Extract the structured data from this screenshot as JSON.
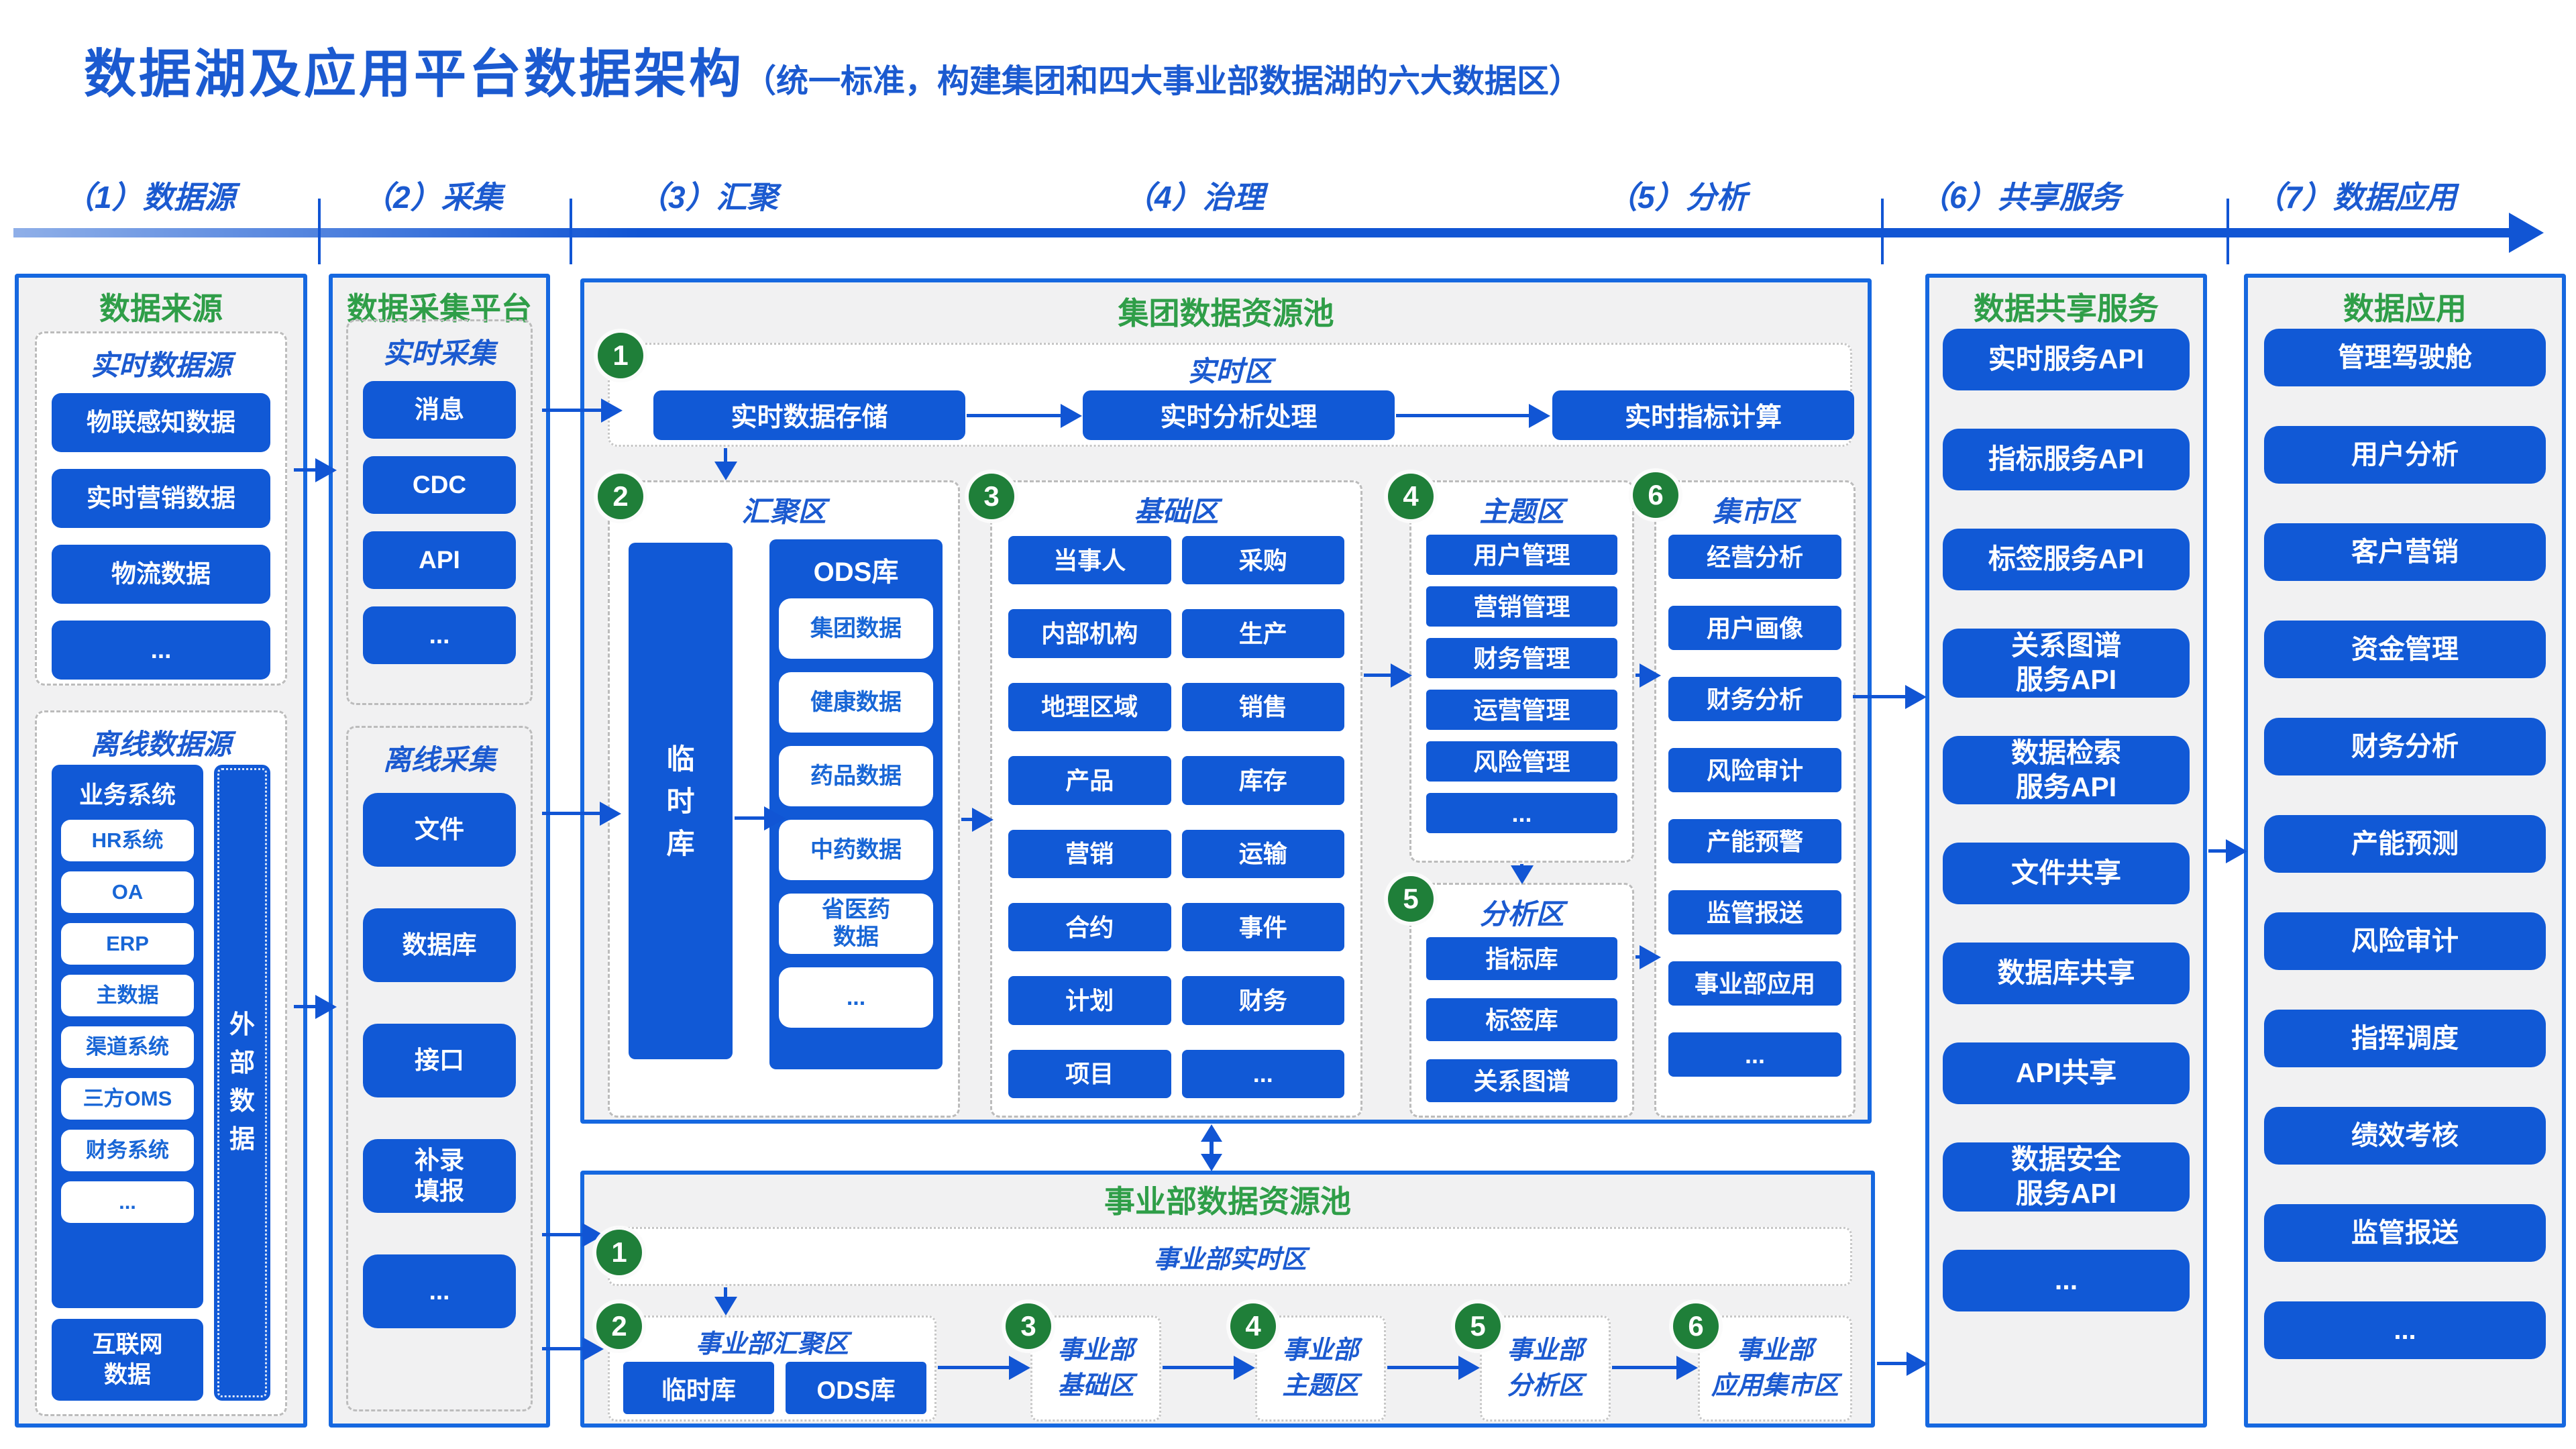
{
  "title": {
    "main": "数据湖及应用平台数据架构",
    "sub": "（统一标准，构建集团和四大事业部数据湖的六大数据区）"
  },
  "stages": [
    "（1）数据源",
    "（2）采集",
    "（3）汇聚",
    "（4）治理",
    "（5）分析",
    "（6）共享服务",
    "（7）数据应用"
  ],
  "colors": {
    "blue": "#1159d6",
    "green_title": "#2f9e48",
    "badge_green": "#1f7f39",
    "arrow_blue": "#1155d4",
    "panel_bg": "#f1f1f2"
  },
  "data_sources": {
    "title": "数据来源",
    "realtime": {
      "title": "实时数据源",
      "items": [
        "物联感知数据",
        "实时营销数据",
        "物流数据",
        "..."
      ]
    },
    "offline": {
      "title": "离线数据源",
      "business": {
        "title": "业务系统",
        "items": [
          "HR系统",
          "OA",
          "ERP",
          "主数据",
          "渠道系统",
          "三方OMS",
          "财务系统",
          "..."
        ]
      },
      "internet": "互联网\n数据",
      "external": "外\n部\n数\n据"
    }
  },
  "collection": {
    "title": "数据采集平台",
    "realtime": {
      "title": "实时采集",
      "items": [
        "消息",
        "CDC",
        "API",
        "..."
      ]
    },
    "offline": {
      "title": "离线采集",
      "items": [
        "文件",
        "数据库",
        "接口",
        "补录\n填报",
        "..."
      ]
    }
  },
  "group_pool": {
    "title": "集团数据资源池",
    "realtime": {
      "badge": "1",
      "title": "实时区",
      "items": [
        "实时数据存储",
        "实时分析处理",
        "实时指标计算"
      ]
    },
    "staging": {
      "badge": "2",
      "title": "汇聚区",
      "temp": "临\n时\n库",
      "ods": {
        "title": "ODS库",
        "items": [
          "集团数据",
          "健康数据",
          "药品数据",
          "中药数据",
          "省医药\n数据",
          "..."
        ]
      }
    },
    "base": {
      "badge": "3",
      "title": "基础区",
      "left": [
        "当事人",
        "内部机构",
        "地理区域",
        "产品",
        "营销",
        "合约",
        "计划",
        "项目"
      ],
      "right": [
        "采购",
        "生产",
        "销售",
        "库存",
        "运输",
        "事件",
        "财务",
        "..."
      ]
    },
    "subject": {
      "badge": "4",
      "title": "主题区",
      "items": [
        "用户管理",
        "营销管理",
        "财务管理",
        "运营管理",
        "风险管理",
        "..."
      ]
    },
    "analysis": {
      "badge": "5",
      "title": "分析区",
      "items": [
        "指标库",
        "标签库",
        "关系图谱"
      ]
    },
    "mart": {
      "badge": "6",
      "title": "集市区",
      "items": [
        "经营分析",
        "用户画像",
        "财务分析",
        "风险审计",
        "产能预警",
        "监管报送",
        "事业部应用",
        "..."
      ]
    }
  },
  "division_pool": {
    "title": "事业部数据资源池",
    "realtime": {
      "badge": "1",
      "title": "事业部实时区"
    },
    "staging": {
      "badge": "2",
      "title": "事业部汇聚区",
      "items": [
        "临时库",
        "ODS库"
      ]
    },
    "zones": [
      {
        "badge": "3",
        "label": "事业部\n基础区"
      },
      {
        "badge": "4",
        "label": "事业部\n主题区"
      },
      {
        "badge": "5",
        "label": "事业部\n分析区"
      },
      {
        "badge": "6",
        "label": "事业部\n应用集市区"
      }
    ]
  },
  "sharing": {
    "title": "数据共享服务",
    "items": [
      "实时服务API",
      "指标服务API",
      "标签服务API",
      "关系图谱\n服务API",
      "数据检索\n服务API",
      "文件共享",
      "数据库共享",
      "API共享",
      "数据安全\n服务API",
      "..."
    ]
  },
  "apps": {
    "title": "数据应用",
    "items": [
      "管理驾驶舱",
      "用户分析",
      "客户营销",
      "资金管理",
      "财务分析",
      "产能预测",
      "风险审计",
      "指挥调度",
      "绩效考核",
      "监管报送",
      "..."
    ]
  }
}
